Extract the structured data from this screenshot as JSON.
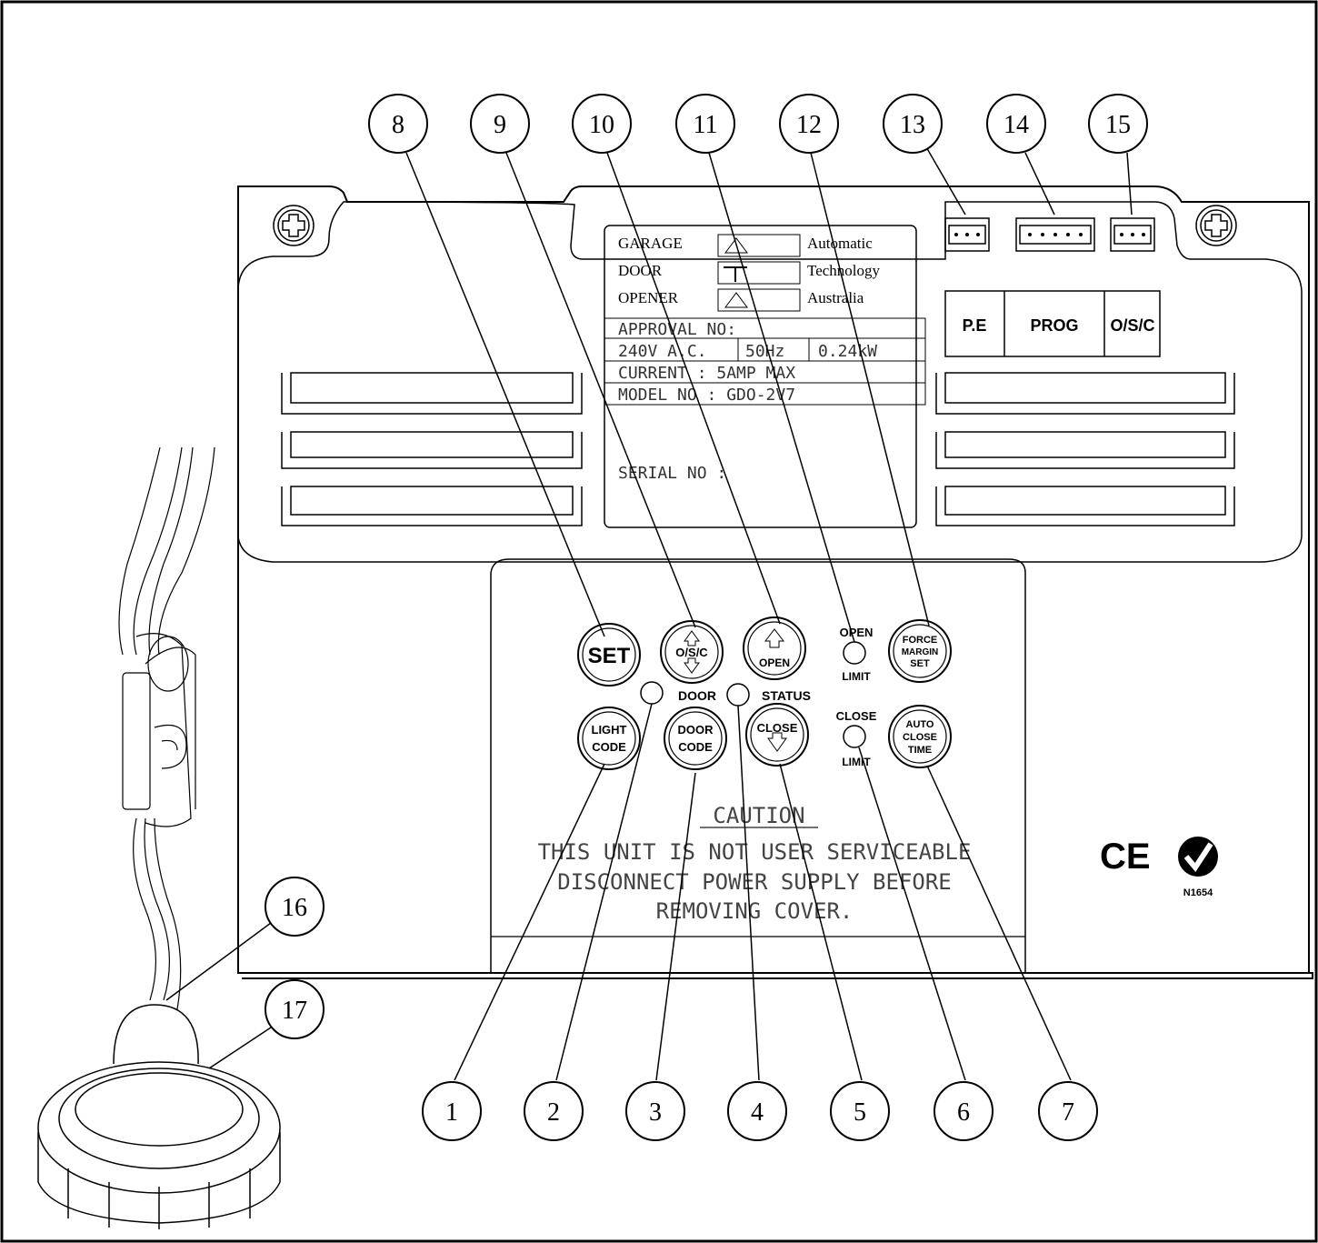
{
  "label_plate": {
    "brand_rows": [
      {
        "left": "GARAGE",
        "right": "Automatic"
      },
      {
        "left": "DOOR",
        "right": "Technology"
      },
      {
        "left": "OPENER",
        "right": "Australia"
      }
    ],
    "approval": "APPROVAL NO:",
    "voltage": "240V A.C.",
    "frequency": "50Hz",
    "power": "0.24kW",
    "current": "CURRENT : 5AMP MAX",
    "model": "MODEL NO : GDO-2V7",
    "serial": "SERIAL NO :"
  },
  "connector_labels": [
    "P.E",
    "PROG",
    "O/S/C"
  ],
  "buttons": {
    "set": "SET",
    "osc": "O/S/C",
    "open": "OPEN",
    "force": [
      "FORCE",
      "MARGIN",
      "SET"
    ],
    "light_code": [
      "LIGHT",
      "CODE"
    ],
    "door_code": [
      "DOOR",
      "CODE"
    ],
    "close": "CLOSE",
    "auto_close": [
      "AUTO",
      "CLOSE",
      "TIME"
    ]
  },
  "indicators": {
    "door": "DOOR",
    "status": "STATUS",
    "open_limit": [
      "OPEN",
      "LIMIT"
    ],
    "close_limit": [
      "CLOSE",
      "LIMIT"
    ]
  },
  "caution": {
    "title": "CAUTION",
    "line1": "THIS UNIT IS NOT USER SERVICEABLE",
    "line2": "DISCONNECT POWER SUPPLY BEFORE",
    "line3": "REMOVING COVER."
  },
  "certification": {
    "ce_mark": "CE",
    "tick_code": "N1654"
  },
  "callouts": [
    "1",
    "2",
    "3",
    "4",
    "5",
    "6",
    "7",
    "8",
    "9",
    "10",
    "11",
    "12",
    "13",
    "14",
    "15",
    "16",
    "17"
  ]
}
